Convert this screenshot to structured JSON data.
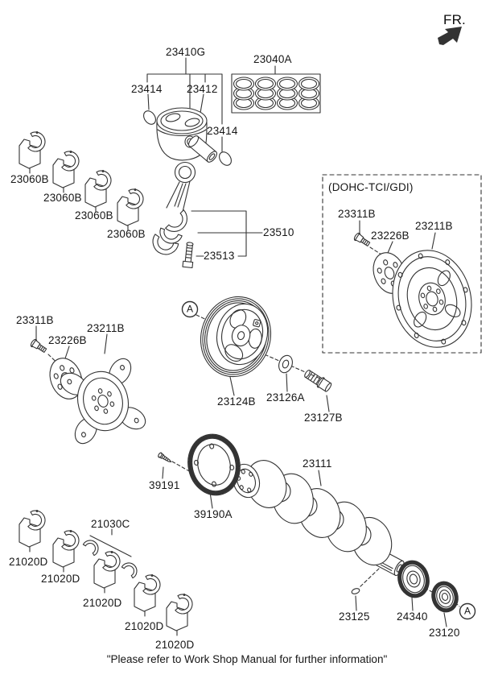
{
  "colors": {
    "line": "#333333",
    "text": "#161616",
    "background": "#ffffff"
  },
  "direction": {
    "fr_label": "FR."
  },
  "callouts": {
    "piston_kit": "23410G",
    "piston_ring_set": "23040A",
    "snap_ring_left": "23414",
    "piston_pin": "23412",
    "snap_ring_right": "23414",
    "conrod_bearing_1": "23060B",
    "conrod_bearing_2": "23060B",
    "conrod_bearing_3": "23060B",
    "conrod_bearing_4": "23060B",
    "connecting_rod": "23510",
    "conrod_bolt": "23513",
    "dohc_variant_title": "(DOHC-TCI/GDI)",
    "dohc_bolt": "23311B",
    "dohc_adapter_plate": "23226B",
    "dohc_drive_plate": "23211B",
    "flexplate_bolt": "23311B",
    "flexplate_adapter": "23226B",
    "flexplate": "23211B",
    "detail_marker_pulley": "A",
    "damper_pulley": "23124B",
    "pulley_washer": "23126A",
    "pulley_bolt": "23127B",
    "sensor_wheel_screw": "39191",
    "sensor_wheel": "39190A",
    "crankshaft": "23111",
    "thrust_washer_set": "21030C",
    "main_bearing_1": "21020D",
    "main_bearing_2": "21020D",
    "main_bearing_3": "21020D",
    "main_bearing_4": "21020D",
    "woodruff_key": "23125",
    "main_bearing_5": "21020D",
    "crank_sprocket": "24340",
    "crank_gear": "23120",
    "detail_marker_gear": "A",
    "footer_note": "\"Please refer to Work Shop Manual for further information\""
  }
}
